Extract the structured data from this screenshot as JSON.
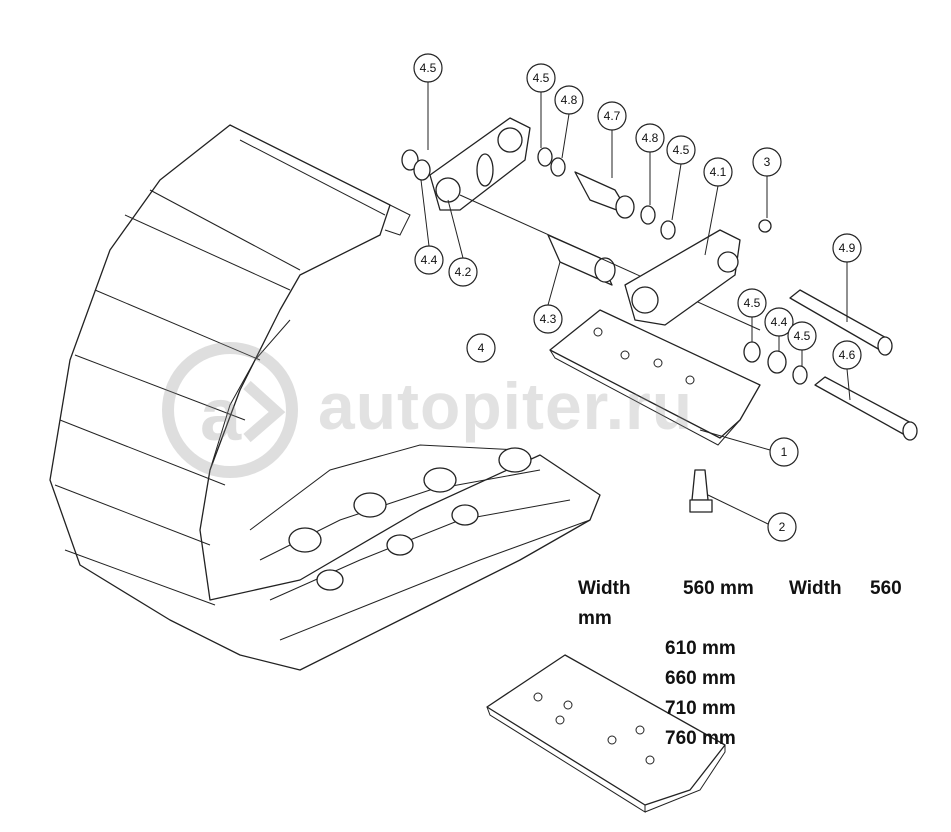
{
  "watermark": {
    "text": "autopiter.ru"
  },
  "callouts": [
    {
      "id": "4.5"
    },
    {
      "id": "4.5"
    },
    {
      "id": "4.8"
    },
    {
      "id": "4.7"
    },
    {
      "id": "4.8"
    },
    {
      "id": "4.5"
    },
    {
      "id": "3"
    },
    {
      "id": "4.1"
    },
    {
      "id": "4.4"
    },
    {
      "id": "4.2"
    },
    {
      "id": "4.3"
    },
    {
      "id": "4.9"
    },
    {
      "id": "4.5"
    },
    {
      "id": "4.4"
    },
    {
      "id": "4.5"
    },
    {
      "id": "4.6"
    },
    {
      "id": "4"
    },
    {
      "id": "1"
    },
    {
      "id": "2"
    }
  ],
  "specs": {
    "line1_a": "Width",
    "line1_b": "560 mm",
    "line1_c": "Width",
    "line1_d": "560",
    "line2": "mm",
    "widths": [
      "610 mm",
      "660 mm",
      "710 mm",
      "760 mm"
    ]
  }
}
